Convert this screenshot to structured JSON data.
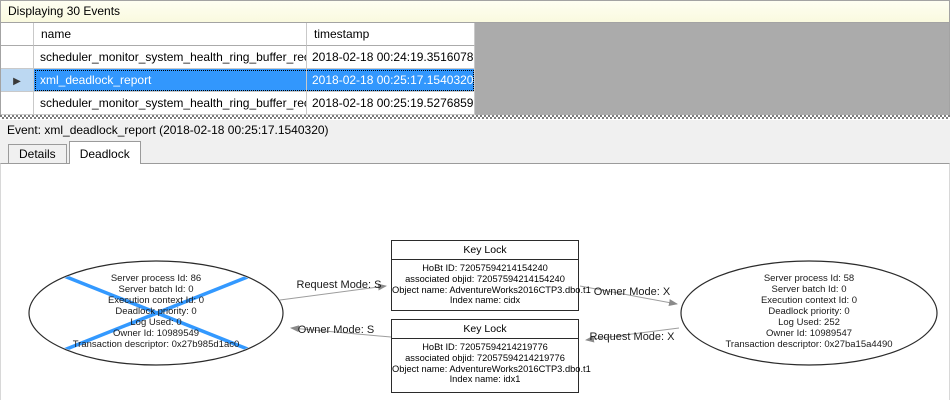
{
  "window": {
    "events_header": "Displaying 30 Events"
  },
  "events_table": {
    "columns": {
      "name": "name",
      "timestamp": "timestamp"
    },
    "rows": [
      {
        "name": "scheduler_monitor_system_health_ring_buffer_recorded",
        "timestamp": "2018-02-18 00:24:19.3516078",
        "selected": false
      },
      {
        "name": "xml_deadlock_report",
        "timestamp": "2018-02-18 00:25:17.1540320",
        "selected": true
      },
      {
        "name": "scheduler_monitor_system_health_ring_buffer_recorded",
        "timestamp": "2018-02-18 00:25:19.5276859",
        "selected": false
      }
    ]
  },
  "icons": {
    "current_row_marker": "▶"
  },
  "event_bar": {
    "label": "Event: xml_deadlock_report (2018-02-18 00:25:17.1540320)"
  },
  "tabs": {
    "details": "Details",
    "deadlock": "Deadlock"
  },
  "deadlock_graph": {
    "process_left": {
      "victim": true,
      "lines": [
        "Server process Id: 86",
        "Server batch Id: 0",
        "Execution context Id: 0",
        "Deadlock priority: 0",
        "Log Used: 0",
        "Owner Id: 10989549",
        "Transaction descriptor: 0x27b985d1ac0"
      ]
    },
    "process_right": {
      "victim": false,
      "lines": [
        "Server process Id: 58",
        "Server batch Id: 0",
        "Execution context Id: 0",
        "Deadlock priority: 0",
        "Log Used: 252",
        "Owner Id: 10989547",
        "Transaction descriptor: 0x27ba15a4490"
      ]
    },
    "resource_top": {
      "title": "Key Lock",
      "lines": [
        "HoBt ID: 72057594214154240",
        "associated objid: 72057594214154240",
        "Object name: AdventureWorks2016CTP3.dbo.t1",
        "Index name: cidx"
      ]
    },
    "resource_bottom": {
      "title": "Key Lock",
      "lines": [
        "HoBt ID: 72057594214219776",
        "associated objid: 72057594214219776",
        "Object name: AdventureWorks2016CTP3.dbo.t1",
        "Index name: idx1"
      ]
    },
    "edge_labels": {
      "request_s": "Request Mode: S",
      "owner_s": "Owner Mode: S",
      "owner_x": "Owner Mode: X",
      "request_x": "Request Mode: X"
    }
  },
  "colors": {
    "selection_blue": "#3297FD",
    "selector_blue": "#BCD8F2",
    "victim_cross_blue": "#3399FF",
    "header_yellow": "#FAFADF",
    "filler_gray": "#ABABAB"
  }
}
